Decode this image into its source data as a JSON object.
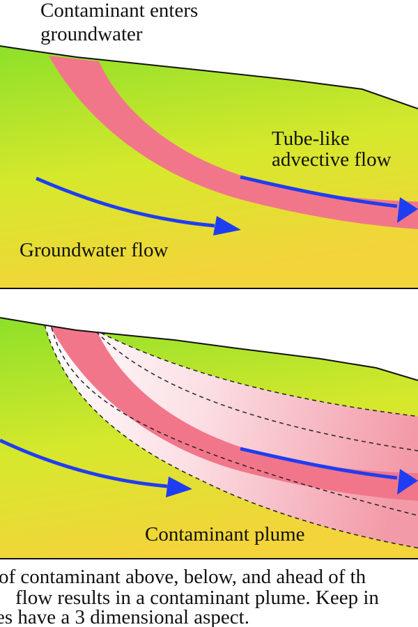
{
  "top_panel": {
    "label_contaminant_enters": [
      "Contaminant enters",
      "groundwater"
    ],
    "label_tube_like": [
      "Tube-like",
      "advective flow"
    ],
    "label_groundwater_flow": "Groundwater flow"
  },
  "bottom_panel": {
    "label_contaminant_plume": "Contaminant plume"
  },
  "caption": {
    "lines": [
      "of contaminant above, below, and ahead of th",
      "flow results in a contaminant plume. Keep in",
      "es have a 3 dimensional aspect."
    ]
  },
  "colors": {
    "soil_top": "#8ee02a",
    "soil_mid": "#d6e82c",
    "soil_bottom": "#f3d43a",
    "contaminant": "#f2768a",
    "flow_arrow": "#1f3df0",
    "plume_edge": "#fbe4e8"
  }
}
